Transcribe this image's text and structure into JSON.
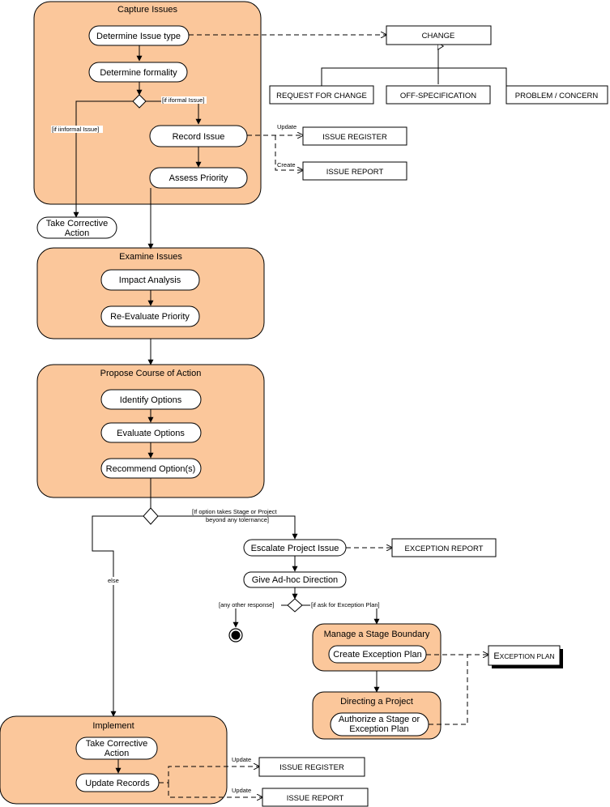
{
  "groups": {
    "capture": "Capture Issues",
    "examine": "Examine Issues",
    "propose": "Propose Course of Action",
    "implement": "Implement",
    "manage_stage": "Manage a Stage Boundary",
    "directing": "Directing a Project"
  },
  "nodes": {
    "determine_type": "Determine Issue type",
    "determine_formality": "Determine formality",
    "record_issue": "Record Issue",
    "assess_priority": "Assess Priority",
    "take_corrective_1_line1": "Take Corrective",
    "take_corrective_1_line2": "Action",
    "impact_analysis": "Impact Analysis",
    "reevaluate_priority": "Re-Evaluate Priority",
    "identify_options": "Identify Options",
    "evaluate_options": "Evaluate Options",
    "recommend_options": "Recommend Option(s)",
    "escalate": "Escalate Project Issue",
    "give_direction": "Give Ad-hoc Direction",
    "create_exception_plan": "Create Exception Plan",
    "authorize_line1": "Authorize a Stage or",
    "authorize_line2": "Exception Plan",
    "take_corrective_2_line1": "Take Corrective",
    "take_corrective_2_line2": "Action",
    "update_records": "Update Records"
  },
  "documents": {
    "change": "CHANGE",
    "request_for_change": "REQUEST FOR CHANGE",
    "off_specification": "OFF-SPECIFICATION",
    "problem_concern": "PROBLEM / CONCERN",
    "issue_register_top": "ISSUE REGISTER",
    "issue_report_top": "ISSUE REPORT",
    "exception_report": "EXCEPTION REPORT",
    "exception_plan_cap": "E",
    "exception_plan_rest": "XCEPTION PLAN",
    "issue_register_bottom": "ISSUE REGISTER",
    "issue_report_bottom": "ISSUE REPORT"
  },
  "labels": {
    "if_formal": "[if iformal Issue]",
    "if_informal": "[if iinformal Issue]",
    "update_top": "Update",
    "create_top": "Create",
    "if_option_line1": "[If option takes Stage or Project",
    "if_option_line2": "beyond any tolernance]",
    "else": "else",
    "any_other_response": "[any other response]",
    "if_ask_exception": "[if ask for Exception Plan]",
    "update_bottom_1": "Update",
    "update_bottom_2": "Update"
  },
  "colors": {
    "group_fill": "#fbc79b",
    "node_fill": "#ffffff",
    "line": "#000000"
  }
}
